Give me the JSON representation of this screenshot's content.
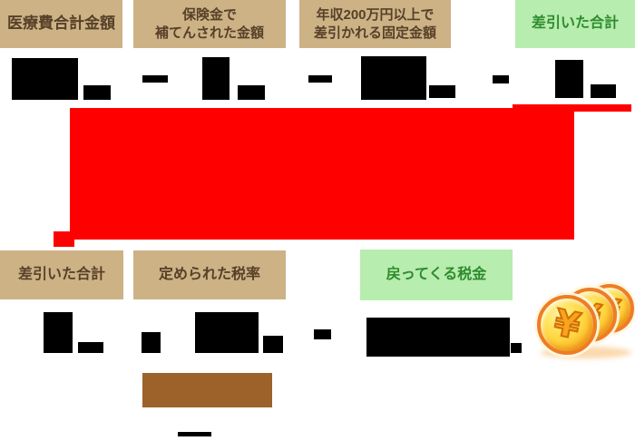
{
  "top_row": {
    "medical_total_label": "医療費合計金額",
    "insurance_label_line1": "保険金で",
    "insurance_label_line2": "補てんされた金額",
    "fixed_label_line1": "年収200万円以上で",
    "fixed_label_line2": "差引かれる固定金額",
    "result_label": "差引いた合計"
  },
  "bottom_row": {
    "subtracted_total_label": "差引いた合計",
    "tax_rate_label": "定められた税率",
    "refund_label": "戻ってくる税金"
  },
  "coins": {
    "yen_symbol": "¥"
  },
  "colors": {
    "tan_box_bg": "#cdb286",
    "tan_box_text": "#564128",
    "green_box_bg": "#b7edae",
    "green_box_text": "#2e8b2e",
    "highlight_red": "#ff0000",
    "brown_box": "#9c622a",
    "redacted_black": "#000000",
    "coin_rim_orange": "#ee7d24",
    "coin_face_gold": "#ffd43e",
    "yen_orange": "#f8a41c"
  }
}
